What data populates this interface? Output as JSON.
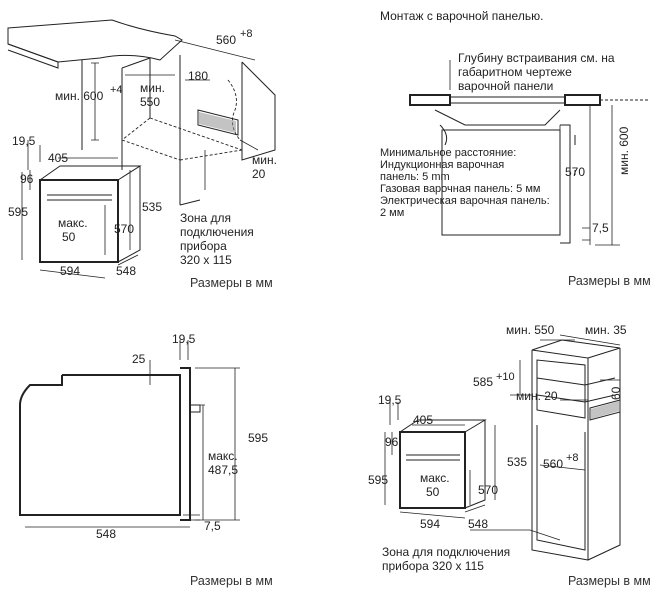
{
  "q1": {
    "min600": "мин. 600",
    "min600_sup": "+4",
    "d560": "560",
    "d560_sup": "+8",
    "min550a": "мин.",
    "min550b": "550",
    "d180": "180",
    "min20a": "мин.",
    "min20b": "20",
    "zone1": "Зона для",
    "zone2": "подключения",
    "zone3": "прибора",
    "zone4": "320 x 115",
    "d19_5": "19,5",
    "d405": "405",
    "d96": "96",
    "d595": "595",
    "d535": "535",
    "maxa": "макс.",
    "maxb": "50",
    "d570": "570",
    "d594": "594",
    "d548": "548",
    "caption": "Размеры в мм"
  },
  "q2": {
    "title": "Монтаж с варочной панелью.",
    "note1": "Глубину встраивания см. на",
    "note2": "габаритном чертеже",
    "note3": "варочной панели",
    "min_a": "Минимальное расстояние:",
    "min_b": "Индукционная варочная",
    "min_c": "панель: 5 mm",
    "min_d": "Газовая варочная панель: 5 мм",
    "min_e": "Электрическая варочная панель:",
    "min_f": "2 мм",
    "d570": "570",
    "min600": "мин. 600",
    "d7_5": "7,5",
    "caption": "Размеры в мм"
  },
  "q3": {
    "d19_5": "19,5",
    "d25": "25",
    "d595": "595",
    "maxa": "макс.",
    "maxb": "487,5",
    "d548": "548",
    "d7_5": "7,5",
    "caption": "Размеры в мм"
  },
  "q4": {
    "min550": "мин. 550",
    "min35": "мин. 35",
    "d585": "585",
    "d585_sup": "+10",
    "min20": "мин. 20",
    "d60": "60",
    "d560": "560",
    "d560_sup": "+8",
    "d19_5": "19,5",
    "d405": "405",
    "d96": "96",
    "d595": "595",
    "d535": "535",
    "maxa": "макс.",
    "maxb": "50",
    "d570": "570",
    "d594": "594",
    "d548": "548",
    "zone1": "Зона для подключения",
    "zone2": "прибора 320 x 115",
    "caption": "Размеры в мм"
  }
}
